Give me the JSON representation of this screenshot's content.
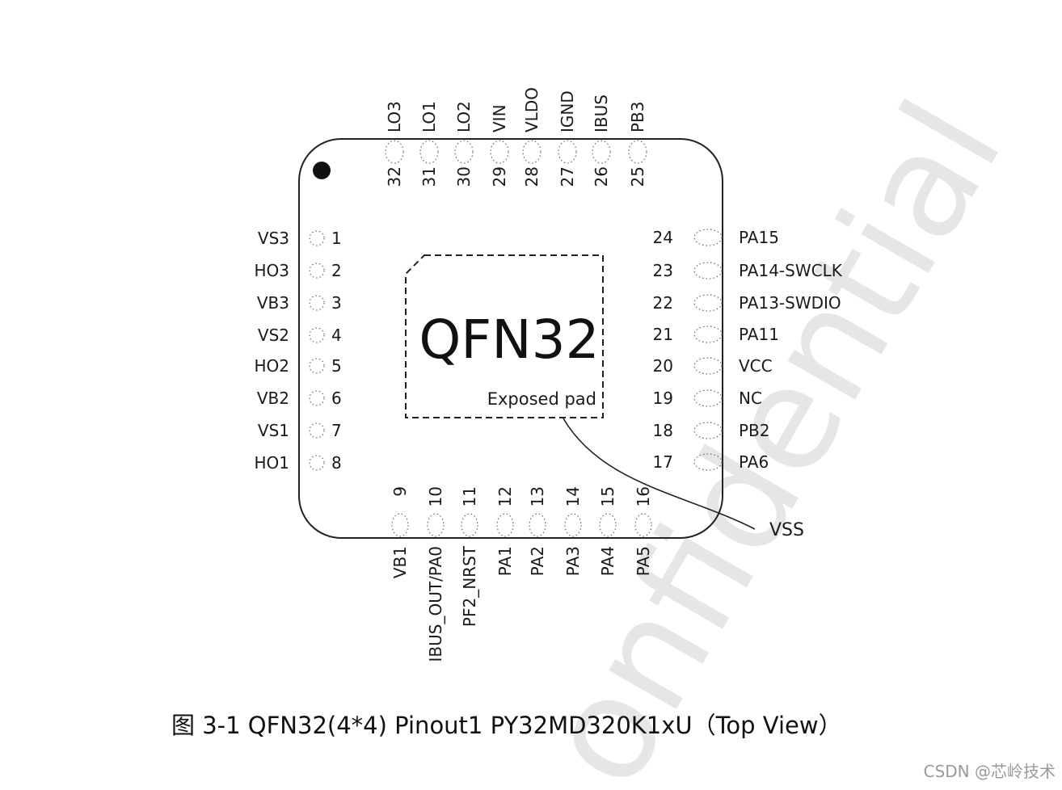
{
  "chip": {
    "name": "QFN32",
    "pad_label": "Exposed pad",
    "vss_label": "VSS"
  },
  "pins": {
    "left": [
      {
        "num": "1",
        "name": "VS3"
      },
      {
        "num": "2",
        "name": "HO3"
      },
      {
        "num": "3",
        "name": "VB3"
      },
      {
        "num": "4",
        "name": "VS2"
      },
      {
        "num": "5",
        "name": "HO2"
      },
      {
        "num": "6",
        "name": "VB2"
      },
      {
        "num": "7",
        "name": "VS1"
      },
      {
        "num": "8",
        "name": "HO1"
      }
    ],
    "bottom": [
      {
        "num": "9",
        "name": "VB1"
      },
      {
        "num": "10",
        "name": "IBUS_OUT/PA0"
      },
      {
        "num": "11",
        "name": "PF2_NRST"
      },
      {
        "num": "12",
        "name": "PA1"
      },
      {
        "num": "13",
        "name": "PA2"
      },
      {
        "num": "14",
        "name": "PA3"
      },
      {
        "num": "15",
        "name": "PA4"
      },
      {
        "num": "16",
        "name": "PA5"
      }
    ],
    "right": [
      {
        "num": "17",
        "name": "PA6"
      },
      {
        "num": "18",
        "name": "PB2"
      },
      {
        "num": "19",
        "name": "NC"
      },
      {
        "num": "20",
        "name": "VCC"
      },
      {
        "num": "21",
        "name": "PA11"
      },
      {
        "num": "22",
        "name": "PA13-SWDIO"
      },
      {
        "num": "23",
        "name": "PA14-SWCLK"
      },
      {
        "num": "24",
        "name": "PA15"
      }
    ],
    "top": [
      {
        "num": "25",
        "name": "PB3"
      },
      {
        "num": "26",
        "name": "IBUS"
      },
      {
        "num": "27",
        "name": "IGND"
      },
      {
        "num": "28",
        "name": "VLDO"
      },
      {
        "num": "29",
        "name": "VIN"
      },
      {
        "num": "30",
        "name": "LO2"
      },
      {
        "num": "31",
        "name": "LO1"
      },
      {
        "num": "32",
        "name": "LO3"
      }
    ]
  },
  "caption": "图 3-1 QFN32(4*4) Pinout1 PY32MD320K1xU（Top View）",
  "watermark": "onfidential",
  "credit": "CSDN @芯岭技术"
}
